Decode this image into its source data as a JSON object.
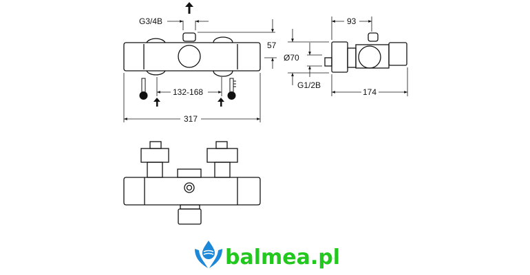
{
  "dimensions": {
    "outlet_thread": "G3/4B",
    "height_above_axis": "57",
    "inlet_spacing": "132-168",
    "total_width": "317",
    "depth_top": "93",
    "diameter": "Ø70",
    "inlet_thread": "G1/2B",
    "total_depth": "174"
  },
  "icons": [
    "cold-thermometer-icon",
    "hot-thermometer-icon",
    "flow-arrow-icon"
  ],
  "logo": {
    "text": "balmea.pl",
    "brand_color": "#22c81e",
    "icon_color": "#1e88d8"
  }
}
